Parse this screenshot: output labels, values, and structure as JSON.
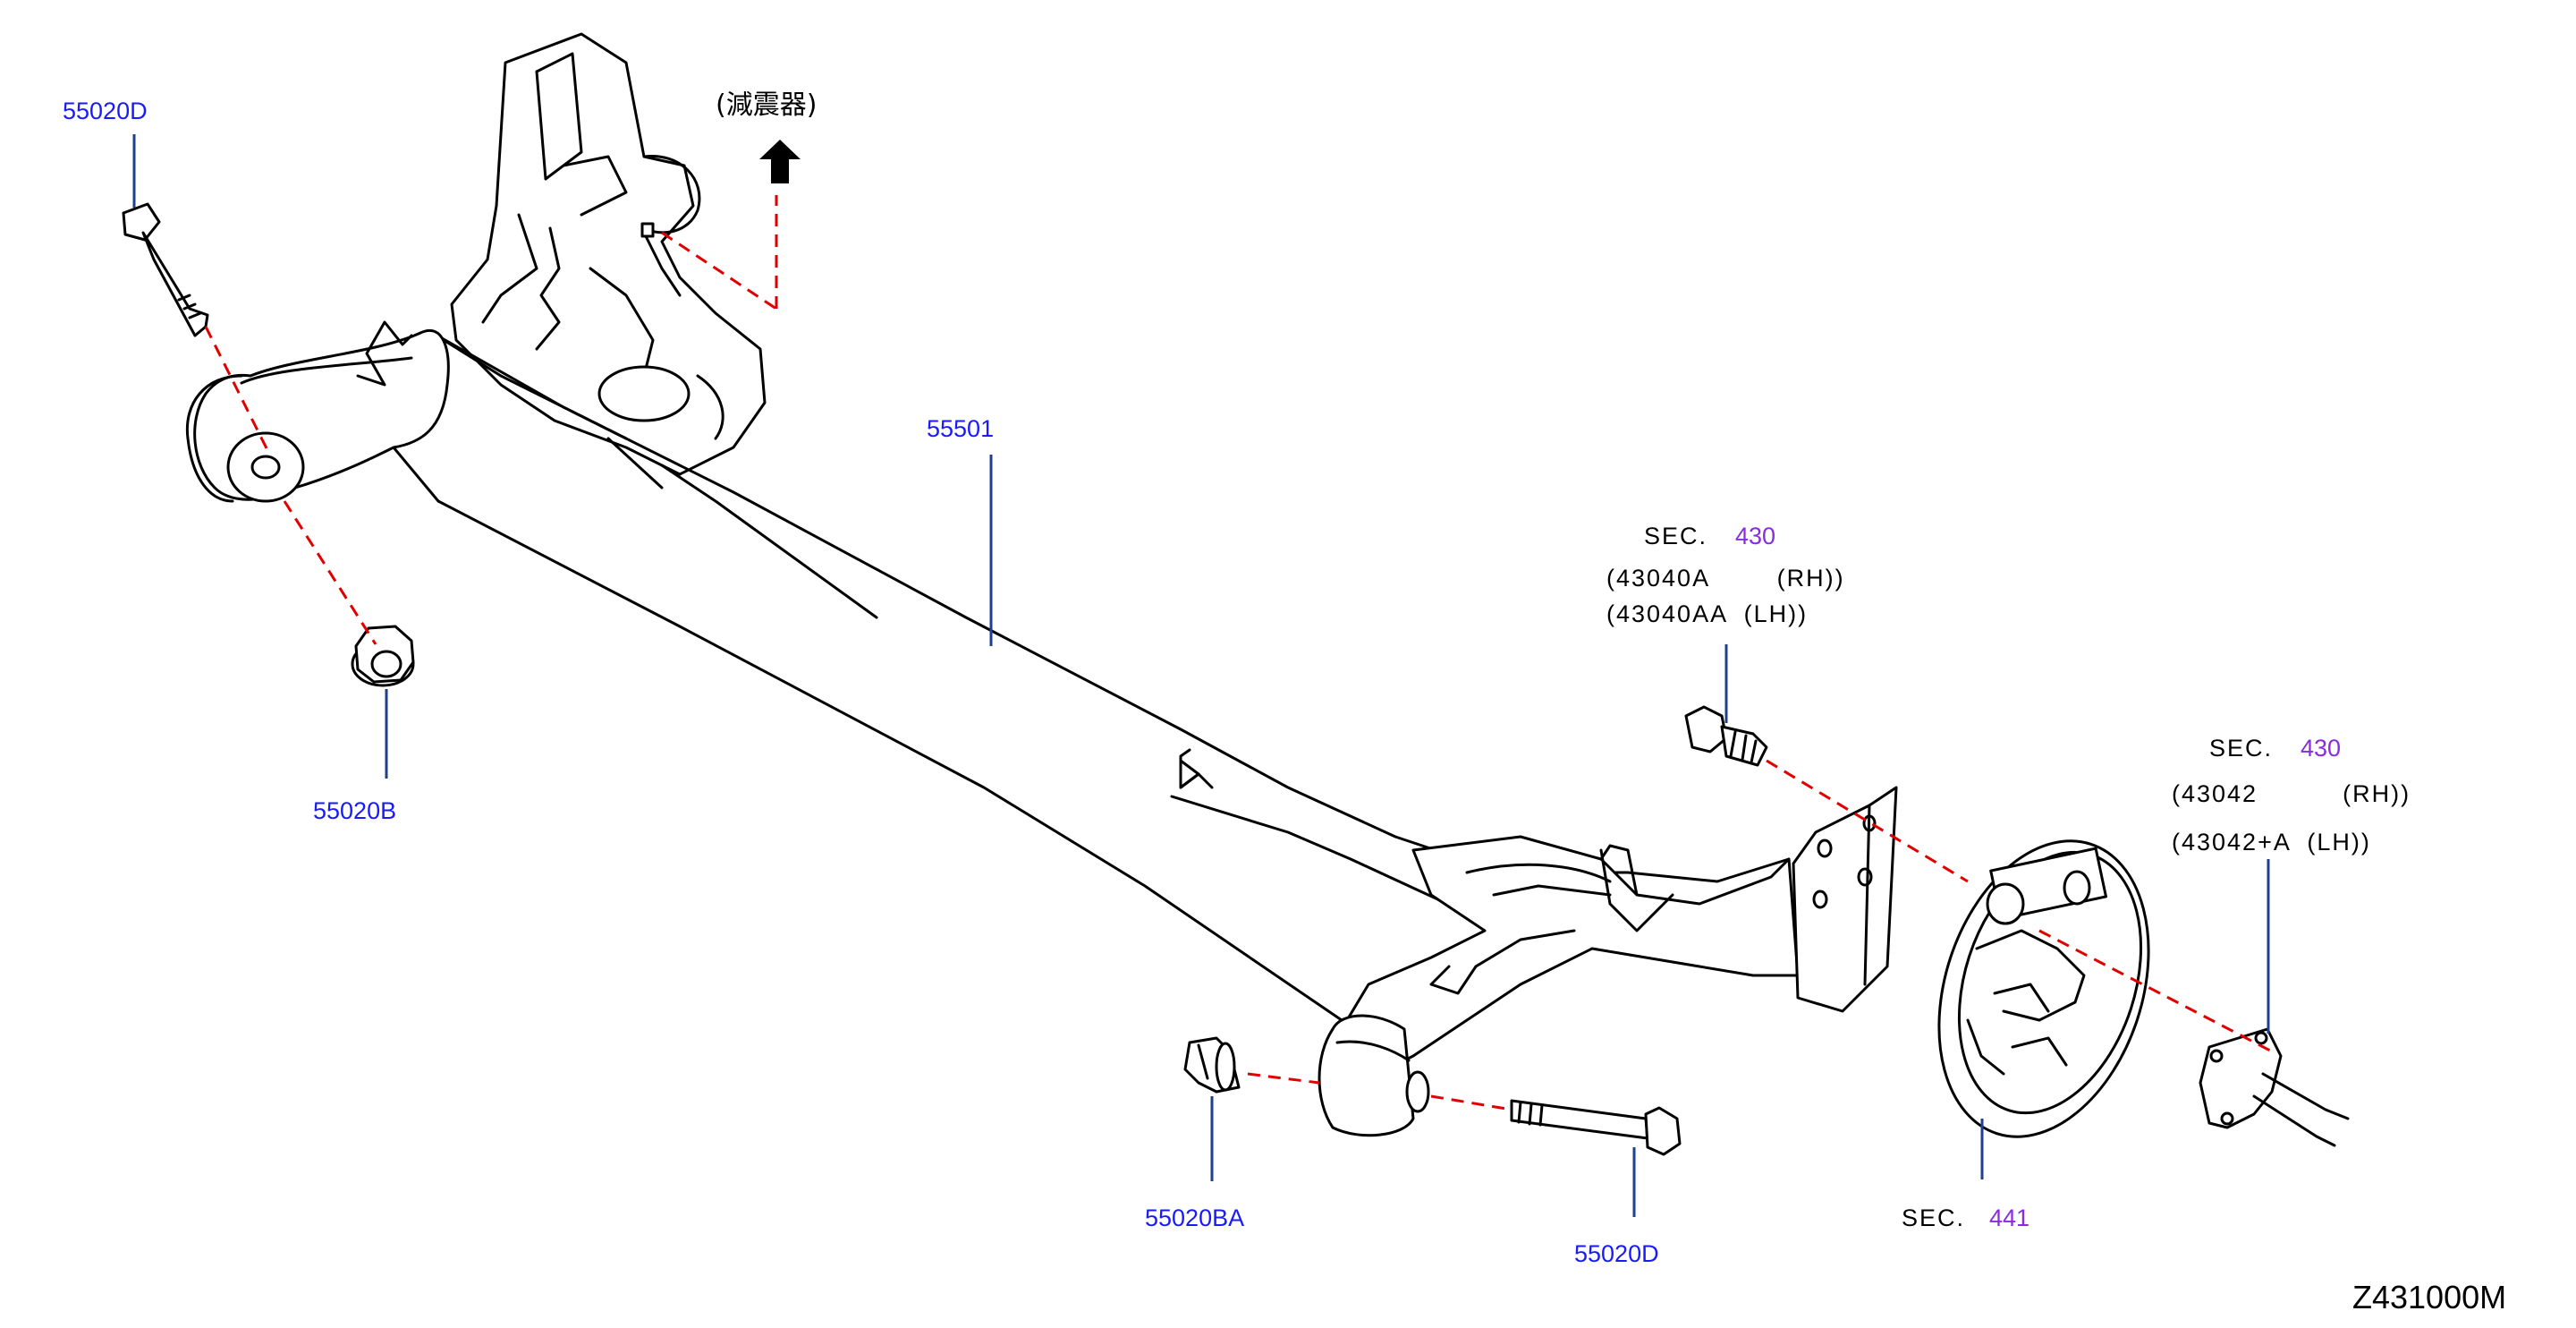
{
  "diagram": {
    "diagram_id": "Z431000M",
    "shock_absorber_note": "(減震器)",
    "parts": {
      "bolt_top_left": "55020D",
      "nut_left": "55020B",
      "axle_beam": "55501",
      "bushing": "55020BA",
      "bolt_bottom": "55020D"
    },
    "sec_hub": {
      "prefix": "SEC.",
      "number": "430",
      "line1": "(43040A        (RH))",
      "line2": "(43040AA  (LH))"
    },
    "sec_axle": {
      "prefix": "SEC.",
      "number": "430",
      "line1": "(43042          (RH))",
      "line2": "(43042+A  (LH))"
    },
    "sec_brake": {
      "prefix": "SEC.",
      "number": "441"
    },
    "colors": {
      "part_label": "#1a1aff",
      "section_number": "#8a2be2",
      "dashed_connector": "#e00000",
      "leader_line": "#1f3f8f"
    }
  }
}
